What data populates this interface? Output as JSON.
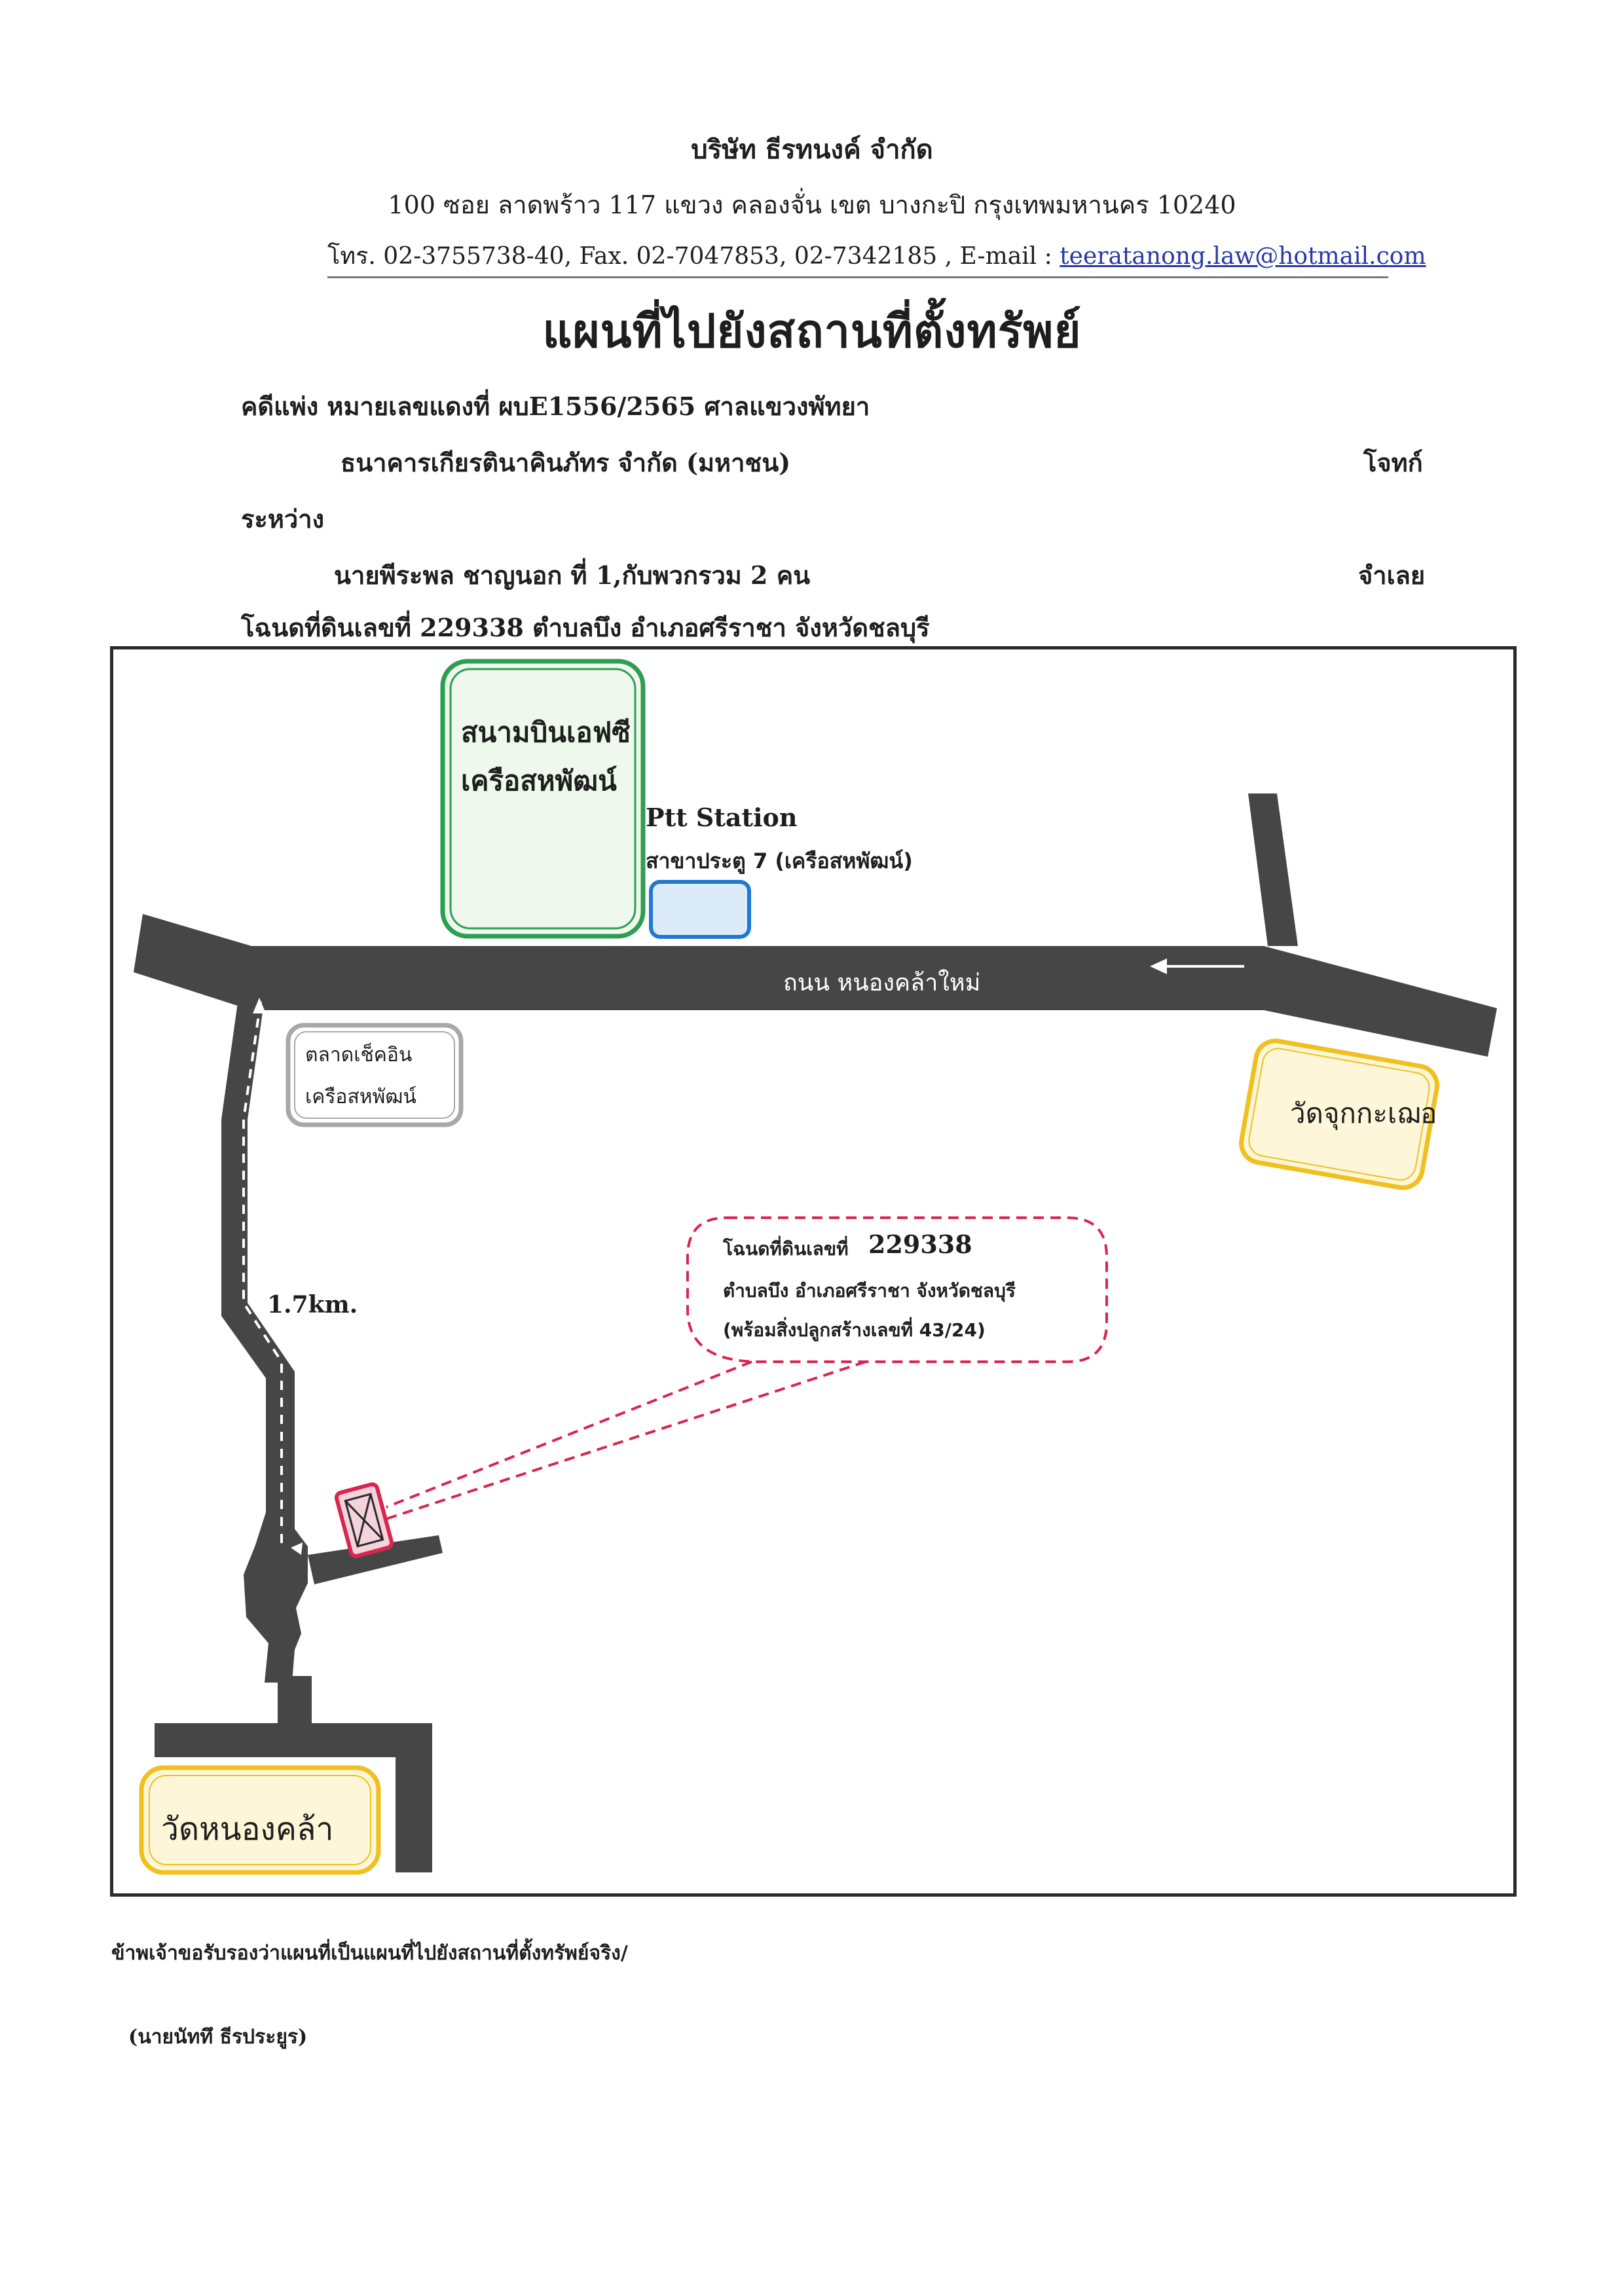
{
  "header": {
    "company": "บริษัท ธีรทนงค์ จำกัด",
    "address": "100   ซอย ลาดพร้าว 117   แขวง คลองจั่น   เขต บางกะปิ   กรุงเทพมหานคร  10240",
    "contact_prefix": "โทร. 02-3755738-40, Fax.  02-7047853, 02-7342185 , E-mail : ",
    "email": "teeratanong.law@hotmail.com",
    "title": "แผนที่ไปยังสถานที่ตั้งทรัพย์"
  },
  "case": {
    "case_label": "คดีแพ่ง   หมายเลขแดงที่ ผบE1556/2565 ศาลแขวงพัทยา",
    "plaintiff": "ธนาคารเกียรตินาคินภัทร จำกัด (มหาชน)",
    "plaintiff_role": "โจทก์",
    "between": "ระหว่าง",
    "defendant": "นายพีระพล ชาญนอก ที่ 1,กับพวกรวม 2 คน",
    "defendant_role": "จำเลย",
    "deed_line": "โฉนดที่ดินเลขที่  229338  ตำบลบึง  อำเภอศรีราชา  จังหวัดชลบุรี"
  },
  "map": {
    "airport_line1": "สนามบินเอฟซี",
    "airport_line2": "เครือสหพัฒน์",
    "ptt_name": "Ptt Station",
    "ptt_branch": "สาขาประตู 7 (เครือสหพัฒน์)",
    "road_name": "ถนน หนองคล้าใหม่",
    "market_line1": "ตลาดเช็คอิน",
    "market_line2": "เครือสหพัฒน์",
    "temple_right": "วัดจุกกะเฌอ",
    "temple_left": "วัดหนองคล้า",
    "distance": "1.7km.",
    "callout_line1_prefix": "โฉนดที่ดินเลขที่",
    "callout_line1_number": "229338",
    "callout_line2": "ตำบลบึง  อำเภอศรีราชา  จังหวัดชลบุรี",
    "callout_line3": "(พร้อมสิ่งปลูกสร้างเลขที่ 43/24)",
    "colors": {
      "road": "#464646",
      "airport_border": "#2e9e52",
      "airport_fill": "#eef8ec",
      "ptt_border": "#1f78d2",
      "ptt_fill": "#dcebf8",
      "market_border": "#a8a8a8",
      "temple_border": "#f0c020",
      "temple_fill": "#fdf6d8",
      "callout_dash": "#d8264e",
      "property_border": "#d8264e",
      "property_fill": "#f4d3dc"
    }
  },
  "footer": {
    "certify": "ข้าพเจ้าขอรับรองว่าแผนที่เป็นแผนที่ไปยังสถานที่ตั้งทรัพย์จริง/",
    "signer": "(นายนัททึ ธีรประยูร)"
  }
}
